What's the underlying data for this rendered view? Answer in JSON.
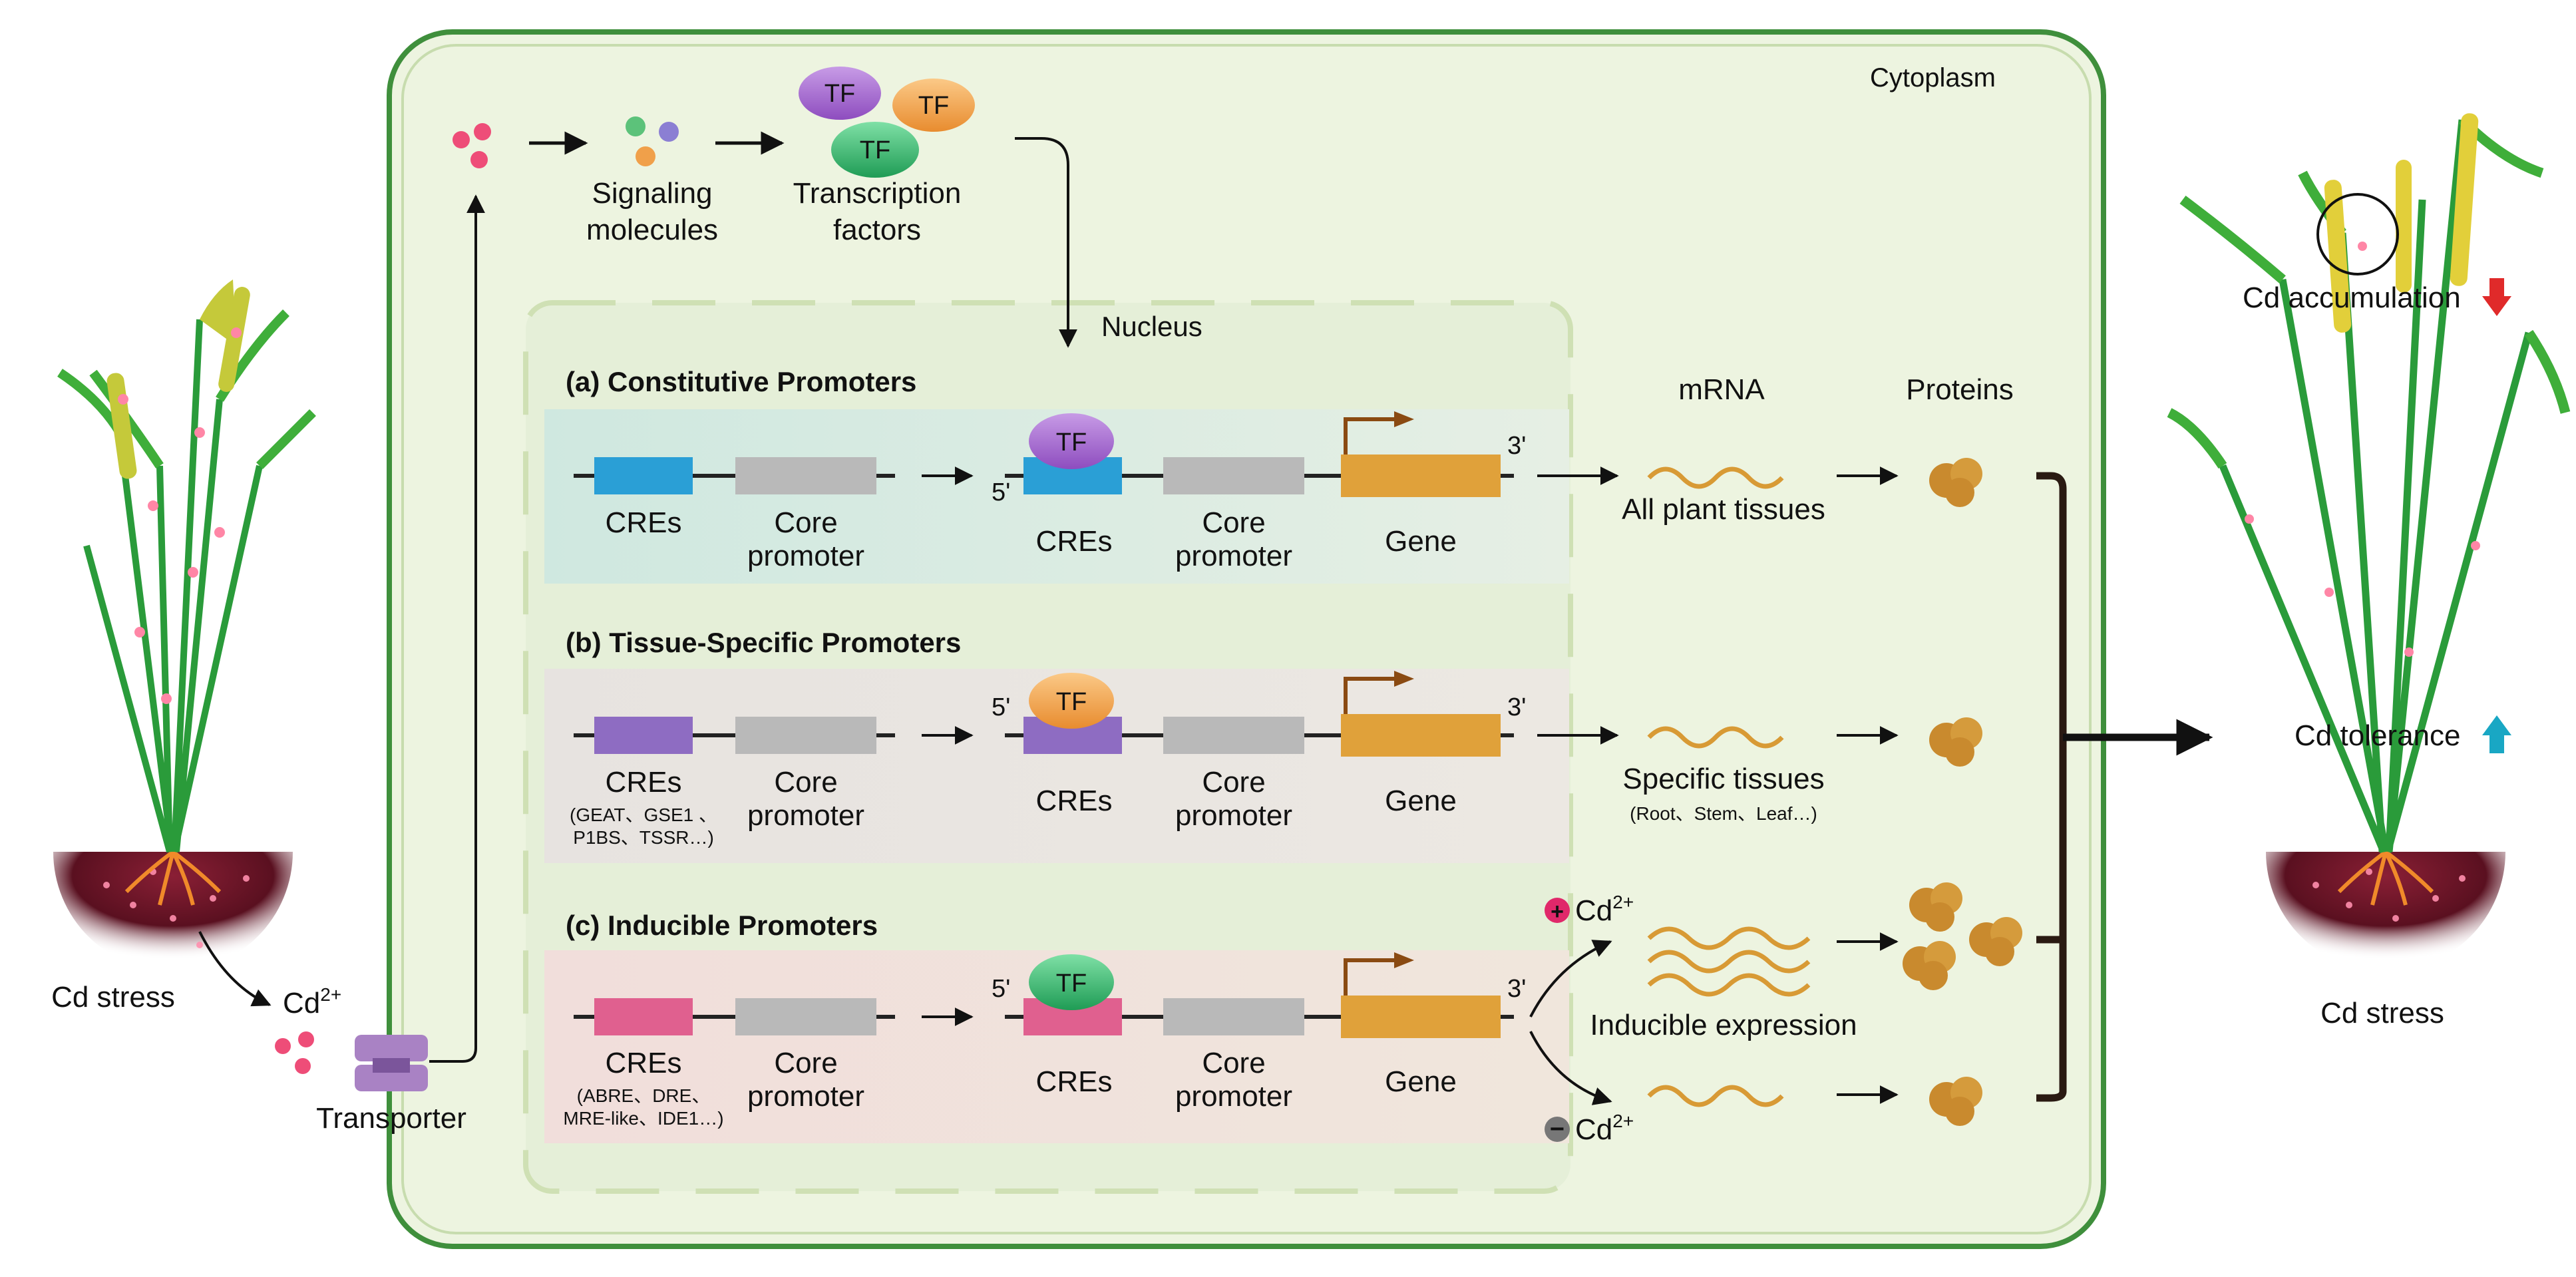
{
  "cytoplasm_label": "Cytoplasm",
  "nucleus_label": "Nucleus",
  "signaling": {
    "line1": "Signaling",
    "line2": "molecules"
  },
  "tf_stage": {
    "line1": "Transcription",
    "line2": "factors"
  },
  "tf_badge": "TF",
  "columns": {
    "mrna": "mRNA",
    "proteins": "Proteins"
  },
  "left": {
    "stress": "Cd stress",
    "ion": "Cd",
    "ion_sup": "2+",
    "transporter": "Transporter"
  },
  "right": {
    "accumulation": "Cd accumulation",
    "tolerance": "Cd tolerance",
    "stress": "Cd stress"
  },
  "common": {
    "cres": "CREs",
    "core1": "Core",
    "core2": "promoter",
    "gene": "Gene",
    "five": "5'",
    "three": "3'"
  },
  "panels": [
    {
      "id": "a",
      "title": "(a) Constitutive Promoters",
      "title_color": "#1a73b8",
      "cre_color": "#2a9fd6",
      "tf_color": "#9b59c6",
      "expression": "All plant tissues"
    },
    {
      "id": "b",
      "title": "(b) Tissue-Specific Promoters",
      "title_color": "#7b4fa8",
      "cre_color": "#8e6cc2",
      "tf_color": "#f0a04a",
      "expression": "Specific tissues",
      "expression_note": "(Root、Stem、Leaf…)",
      "cre_note1": "(GEAT、GSE1 、",
      "cre_note2": "P1BS、TSSR…)"
    },
    {
      "id": "c",
      "title": "(c) Inducible Promoters",
      "title_color": "#d0287a",
      "cre_color": "#e0608f",
      "tf_color": "#2fb36a",
      "expression": "Inducible expression",
      "cre_note1": "(ABRE、DRE、",
      "cre_note2": "MRE-like、IDE1…)",
      "plus_label": "Cd",
      "minus_label": "Cd",
      "ion_sup": "2+"
    }
  ],
  "colors": {
    "gene": "#e0a13a",
    "core": "#b9b9b9",
    "protein": "#c98a2e",
    "mrna": "#d89a35",
    "down_arrow": "#e02a2a",
    "up_arrow": "#19a7c4"
  }
}
